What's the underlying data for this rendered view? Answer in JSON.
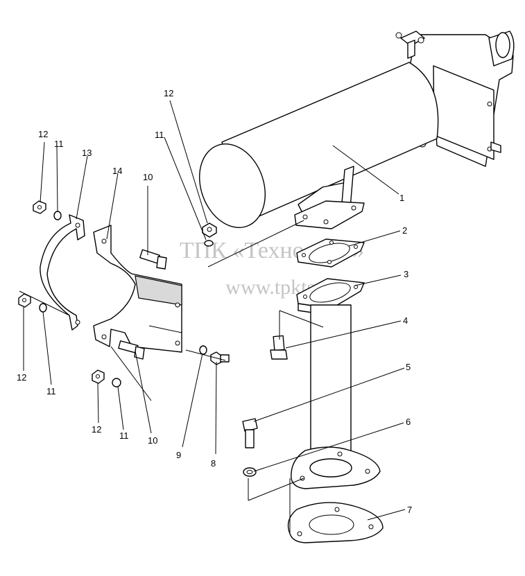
{
  "watermark": {
    "line1": "ТПК «Техно-Сиб»",
    "line2": "www.tpkts.ru",
    "color": "#c4c4c4"
  },
  "callouts": {
    "c1": "1",
    "c2": "2",
    "c3": "3",
    "c4": "4",
    "c5": "5",
    "c6": "6",
    "c7": "7",
    "c8": "8",
    "c9": "9",
    "c10a": "10",
    "c10b": "10",
    "c11a": "11",
    "c11b": "11",
    "c11c": "11",
    "c11d": "11",
    "c12a": "12",
    "c12b": "12",
    "c12c": "12",
    "c12d": "12",
    "c13": "13",
    "c14": "14"
  },
  "colors": {
    "line": "#000000",
    "background": "#ffffff",
    "shade": "#d9d9d9"
  }
}
